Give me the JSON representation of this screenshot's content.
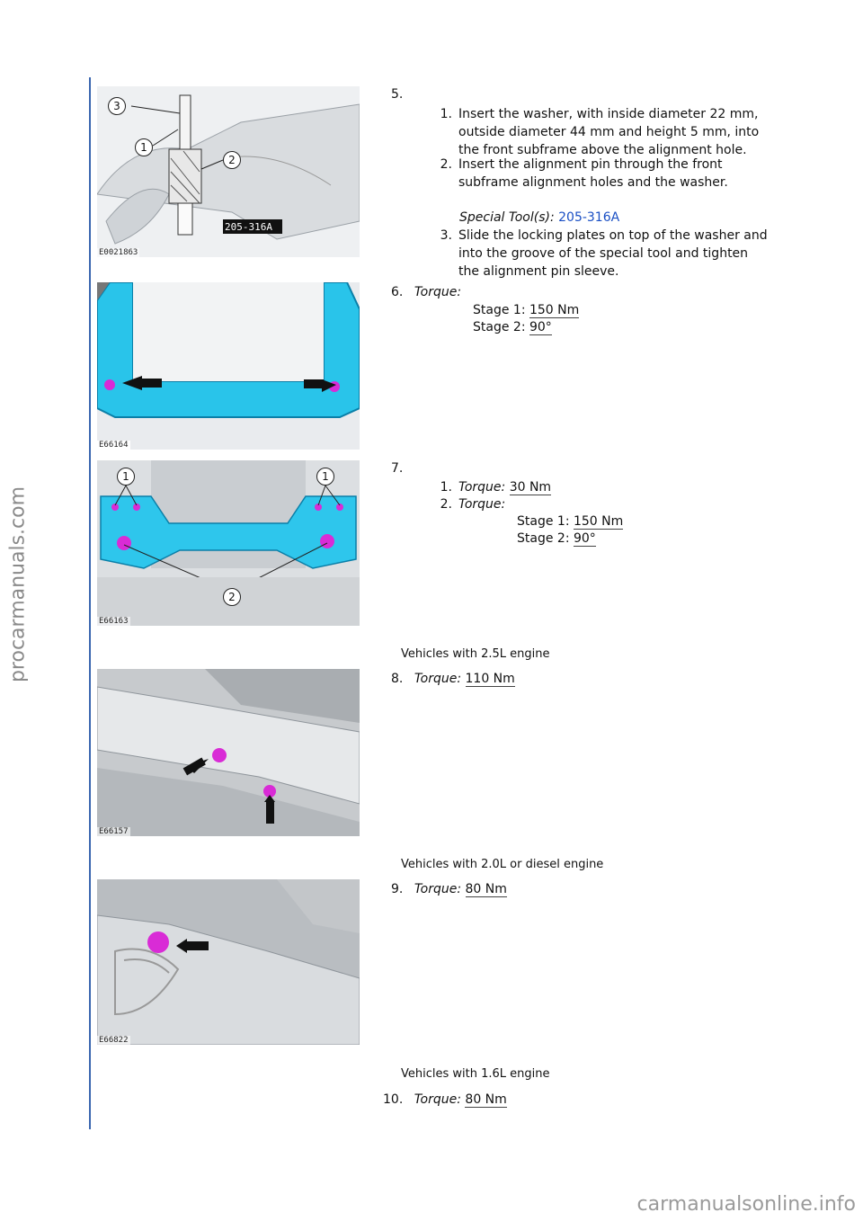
{
  "watermarks": {
    "side": "procarmanuals.com",
    "bottom": "carmanualsonline.info"
  },
  "figures": [
    {
      "code": "E0021863",
      "tool_label": "205-316A",
      "callouts": [
        "3",
        "1",
        "2"
      ]
    },
    {
      "code": "E66164"
    },
    {
      "code": "E66163",
      "callouts": [
        "1",
        "1",
        "2"
      ]
    },
    {
      "code": "E66157"
    },
    {
      "code": "E66822"
    }
  ],
  "step5": {
    "num": "5.",
    "items": [
      {
        "n": "1.",
        "lines": [
          "Insert the washer, with inside diameter 22 mm,",
          "outside diameter 44 mm and height 5 mm, into",
          "the front subframe above the alignment hole."
        ]
      },
      {
        "n": "2.",
        "lines": [
          "Insert the alignment pin through the front",
          "subframe alignment holes and the washer."
        ]
      },
      {
        "n": "3.",
        "lines": [
          "Slide the locking plates on top of the washer and",
          "into the groove of the special tool and tighten",
          "the alignment pin sleeve."
        ]
      }
    ],
    "special_tool_label": "Special Tool(s):",
    "special_tool_value": "205-316A"
  },
  "step6": {
    "num": "6.",
    "torque_label": "Torque:",
    "stage1_label": "Stage 1:",
    "stage1_value": "150 Nm",
    "stage2_label": "Stage 2:",
    "stage2_value": "90°"
  },
  "step7": {
    "num": "7.",
    "item1": {
      "n": "1.",
      "label": "Torque:",
      "value": "30 Nm"
    },
    "item2": {
      "n": "2.",
      "label": "Torque:",
      "stage1_label": "Stage 1:",
      "stage1_value": "150 Nm",
      "stage2_label": "Stage 2:",
      "stage2_value": "90°"
    }
  },
  "cond8": "Vehicles with 2.5L engine",
  "step8": {
    "num": "8.",
    "label": "Torque:",
    "value": "110 Nm"
  },
  "cond9": "Vehicles with 2.0L or diesel engine",
  "step9": {
    "num": "9.",
    "label": "Torque:",
    "value": "80 Nm"
  },
  "cond10": "Vehicles with 1.6L engine",
  "step10": {
    "num": "10.",
    "label": "Torque:",
    "value": "80 Nm"
  }
}
